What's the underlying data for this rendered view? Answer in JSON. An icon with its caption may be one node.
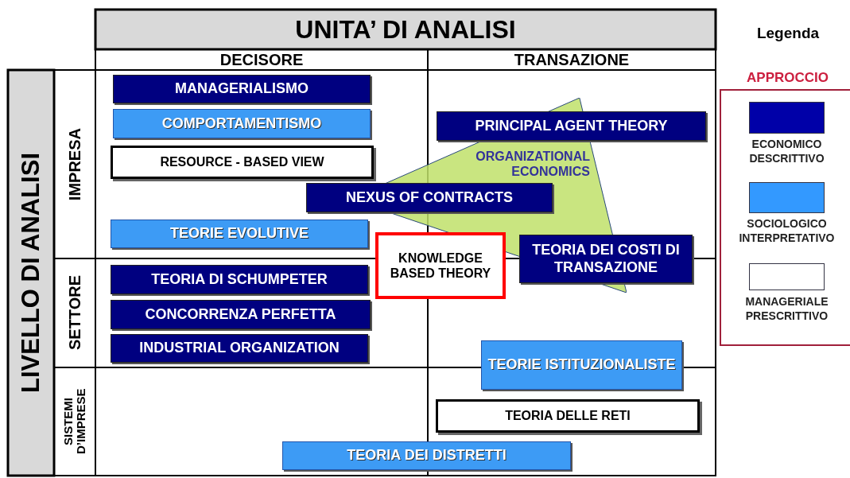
{
  "diagram": {
    "nodes": [
      {
        "text": [
          "MANAGERIALISMO"
        ]
      },
      {
        "text": [
          "COMPORTAMENTISMO"
        ]
      },
      {
        "text": [
          "RESOURCE - BASED VIEW"
        ]
      },
      {
        "text": [
          "PRINCIPAL AGENT THEORY"
        ]
      },
      {
        "text": [
          "ORGANIZATIONAL ECONOMICS"
        ]
      },
      {
        "text": [
          "NEXUS OF CONTRACTS"
        ]
      },
      {
        "text": [
          "TEORIE EVOLUTIVE"
        ]
      },
      {
        "text": [
          "KNOWLEDGE BASED THEORY"
        ]
      },
      {
        "text": [
          "TEORIA DEI COSTI DI TRANSAZIONE"
        ]
      },
      {
        "text": [
          "TEORIA DI SCHUMPETER"
        ]
      },
      {
        "text": [
          "CONCORRENZA PERFETTA"
        ]
      },
      {
        "text": [
          "INDUSTRIAL ORGANIZATION"
        ]
      },
      {
        "text": [
          "TEORIE ISTITUZIONALISTE"
        ]
      },
      {
        "text": [
          "TEORIA DELLE RETI"
        ]
      },
      {
        "text": [
          "TEORIA DEI DISTRETTI"
        ]
      }
    ],
    "labels": [
      "UNITA’ DI ANALISI",
      "Legenda",
      "DECISORE",
      "TRANSAZIONE",
      "APPROCCIO",
      "LIVELLO DI ANALISI",
      "IMPRESA",
      "SETTORE",
      "SISTEMI D’IMPRESE"
    ],
    "legend": [
      {
        "text": "ECONOMICO DESCRITTIVO",
        "color": "#0000a8"
      },
      {
        "text": "SOCIOLOGICO INTERPRETATIVO",
        "color": "#3399ff"
      },
      {
        "text": "MANAGERIALE PRESCRITTIVO",
        "color": "#ffffff"
      }
    ]
  }
}
